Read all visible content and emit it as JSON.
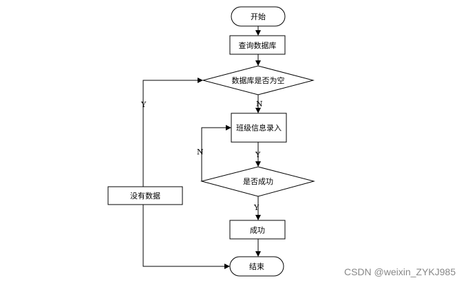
{
  "nodes": {
    "start": "开始",
    "query_db": "查询数据库",
    "db_empty": "数据库是否为空",
    "class_entry": "班级信息录入",
    "is_success": "是否成功",
    "success": "成功",
    "no_data": "没有数据",
    "end": "结束"
  },
  "edges": {
    "empty_yes": "Y",
    "empty_no": "N",
    "entry_yes": "Y",
    "fail_no": "N",
    "success_yes": "Y"
  },
  "watermark": "CSDN @weixin_ZYKJ985"
}
